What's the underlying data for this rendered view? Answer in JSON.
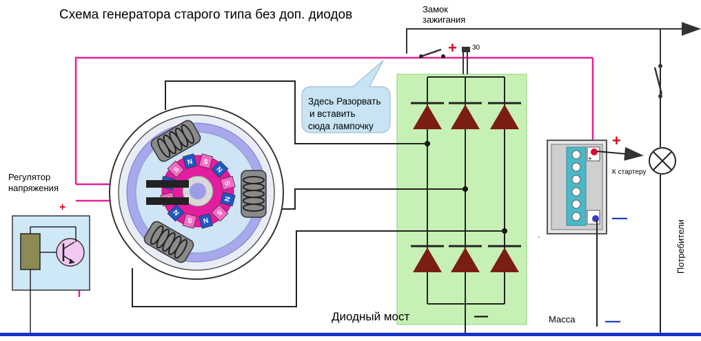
{
  "title": "Схема генератора старого типа без доп. диодов",
  "ignition_switch": {
    "line1": "Замок",
    "line2": "зажигания",
    "terminal": "30"
  },
  "regulator": {
    "line1": "Регулятор",
    "line2": "напряжения",
    "plus": "+"
  },
  "callout": {
    "line1": "Здесь Разорвать",
    "line2": "и вставить",
    "line3": "сюда лампочку"
  },
  "rotor_poles": [
    "S",
    "N",
    "S",
    "N",
    "S",
    "N",
    "S",
    "N",
    "S",
    "N",
    "S",
    "N"
  ],
  "diode_bridge_label": "Диодный мост",
  "diode_bridge_minus": "—",
  "battery": {
    "plus": "+",
    "terminal_plus": "+",
    "to_starter": "К стартеру",
    "minus": "—"
  },
  "ground_label": "Масса",
  "ground_minus": "—",
  "consumers_label": "Потребители",
  "bridge_plus": "+",
  "colors": {
    "positive_wire": "#e61e96",
    "ground_bus": "#1432c8",
    "bridge_fill": "#c6f0b4",
    "diode": "#7a1e14",
    "regulator_box": "#cfe8f8",
    "stator_ring": "#a8a8ec",
    "rotor": "#e31ca0",
    "pole_n": "#1f56c8",
    "bubble": "#c8e4f4"
  }
}
